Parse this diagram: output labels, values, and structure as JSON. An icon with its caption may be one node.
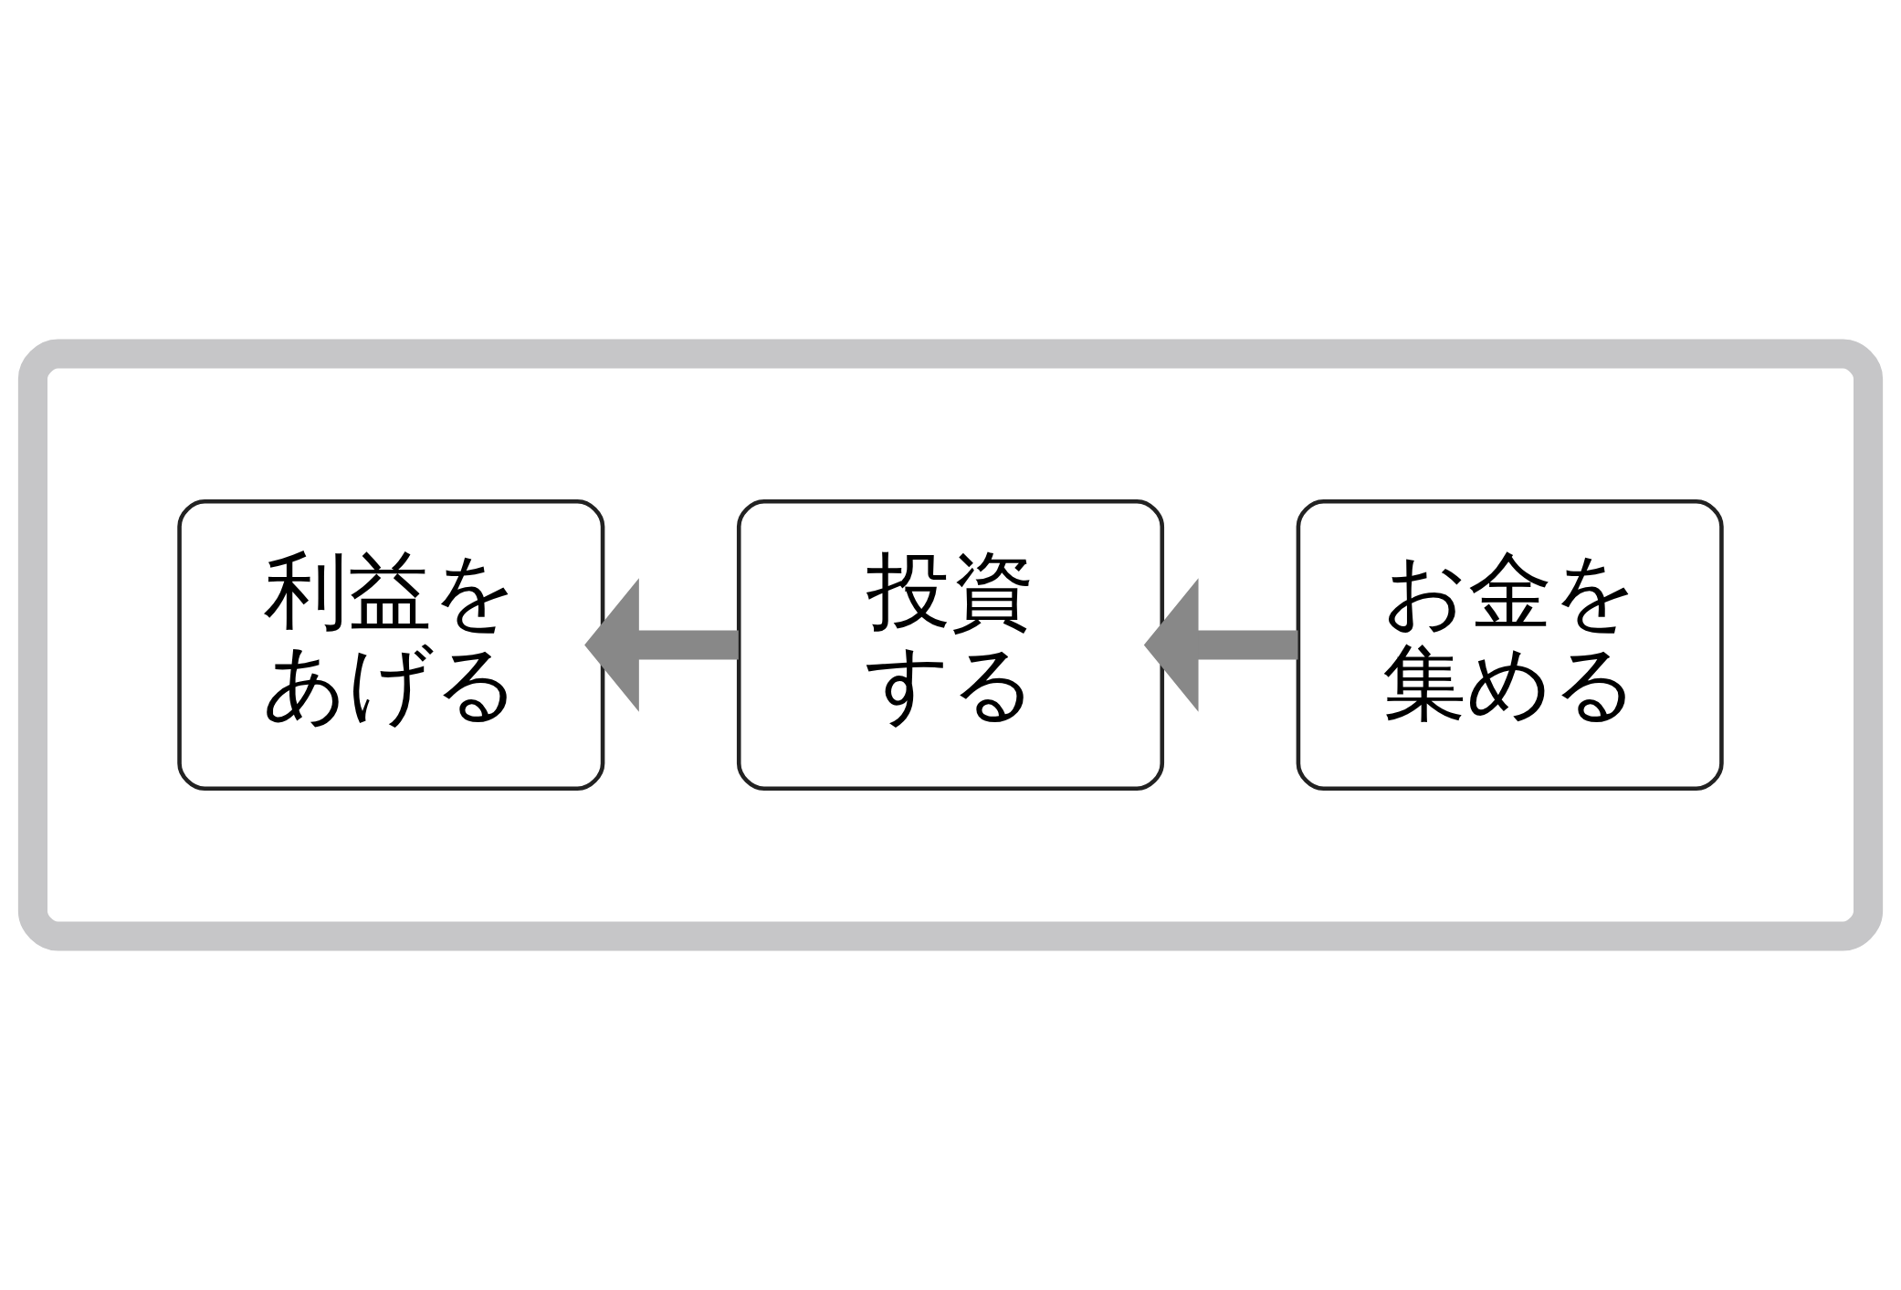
{
  "diagram": {
    "nodes": [
      {
        "text": [],
        "shape": "box"
      },
      {
        "text": [
          "利益をあげる"
        ],
        "in": 0
      },
      {
        "text": [
          "投資する"
        ],
        "in": 0
      },
      {
        "text": [
          "お金を集める"
        ],
        "in": 0
      }
    ],
    "edges": [
      {
        "from": 3,
        "to": 2,
        "arrow": "to"
      },
      {
        "from": 2,
        "to": 1,
        "arrow": "to"
      }
    ]
  }
}
